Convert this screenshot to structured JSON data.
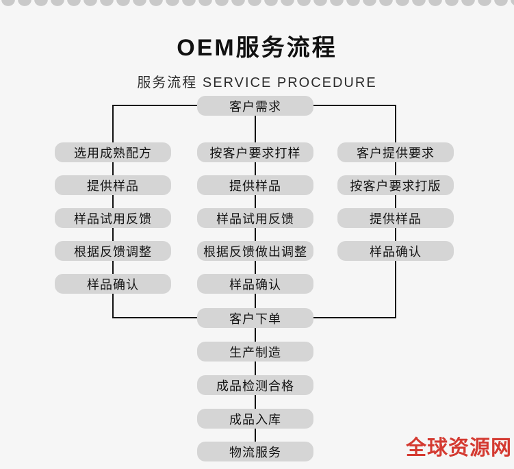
{
  "page": {
    "title": "OEM服务流程",
    "subtitle": "服务流程 SERVICE PROCEDURE",
    "watermark": "全球资源网",
    "colors": {
      "background": "#f6f6f6",
      "box_fill": "#d5d5d5",
      "connector": "#111111",
      "text": "#141414",
      "watermark_red": "#d43a31",
      "zigzag_gray": "#c9c9c9"
    }
  },
  "flow": {
    "start": {
      "label": "客户需求"
    },
    "columns": [
      {
        "name": "mature-formula-path",
        "steps": [
          {
            "label": "选用成熟配方"
          },
          {
            "label": "提供样品"
          },
          {
            "label": "样品试用反馈"
          },
          {
            "label": "根据反馈调整"
          },
          {
            "label": "样品确认"
          }
        ]
      },
      {
        "name": "customer-sample-path",
        "steps": [
          {
            "label": "按客户要求打样"
          },
          {
            "label": "提供样品"
          },
          {
            "label": "样品试用反馈"
          },
          {
            "label": "根据反馈做出调整"
          },
          {
            "label": "样品确认"
          }
        ]
      },
      {
        "name": "customer-requirements-path",
        "steps": [
          {
            "label": "客户提供要求"
          },
          {
            "label": "按客户要求打版"
          },
          {
            "label": "提供样品"
          },
          {
            "label": "样品确认"
          }
        ]
      }
    ],
    "order": {
      "label": "客户下单"
    },
    "final": [
      {
        "label": "生产制造"
      },
      {
        "label": "成品检测合格"
      },
      {
        "label": "成品入库"
      },
      {
        "label": "物流服务"
      }
    ]
  }
}
